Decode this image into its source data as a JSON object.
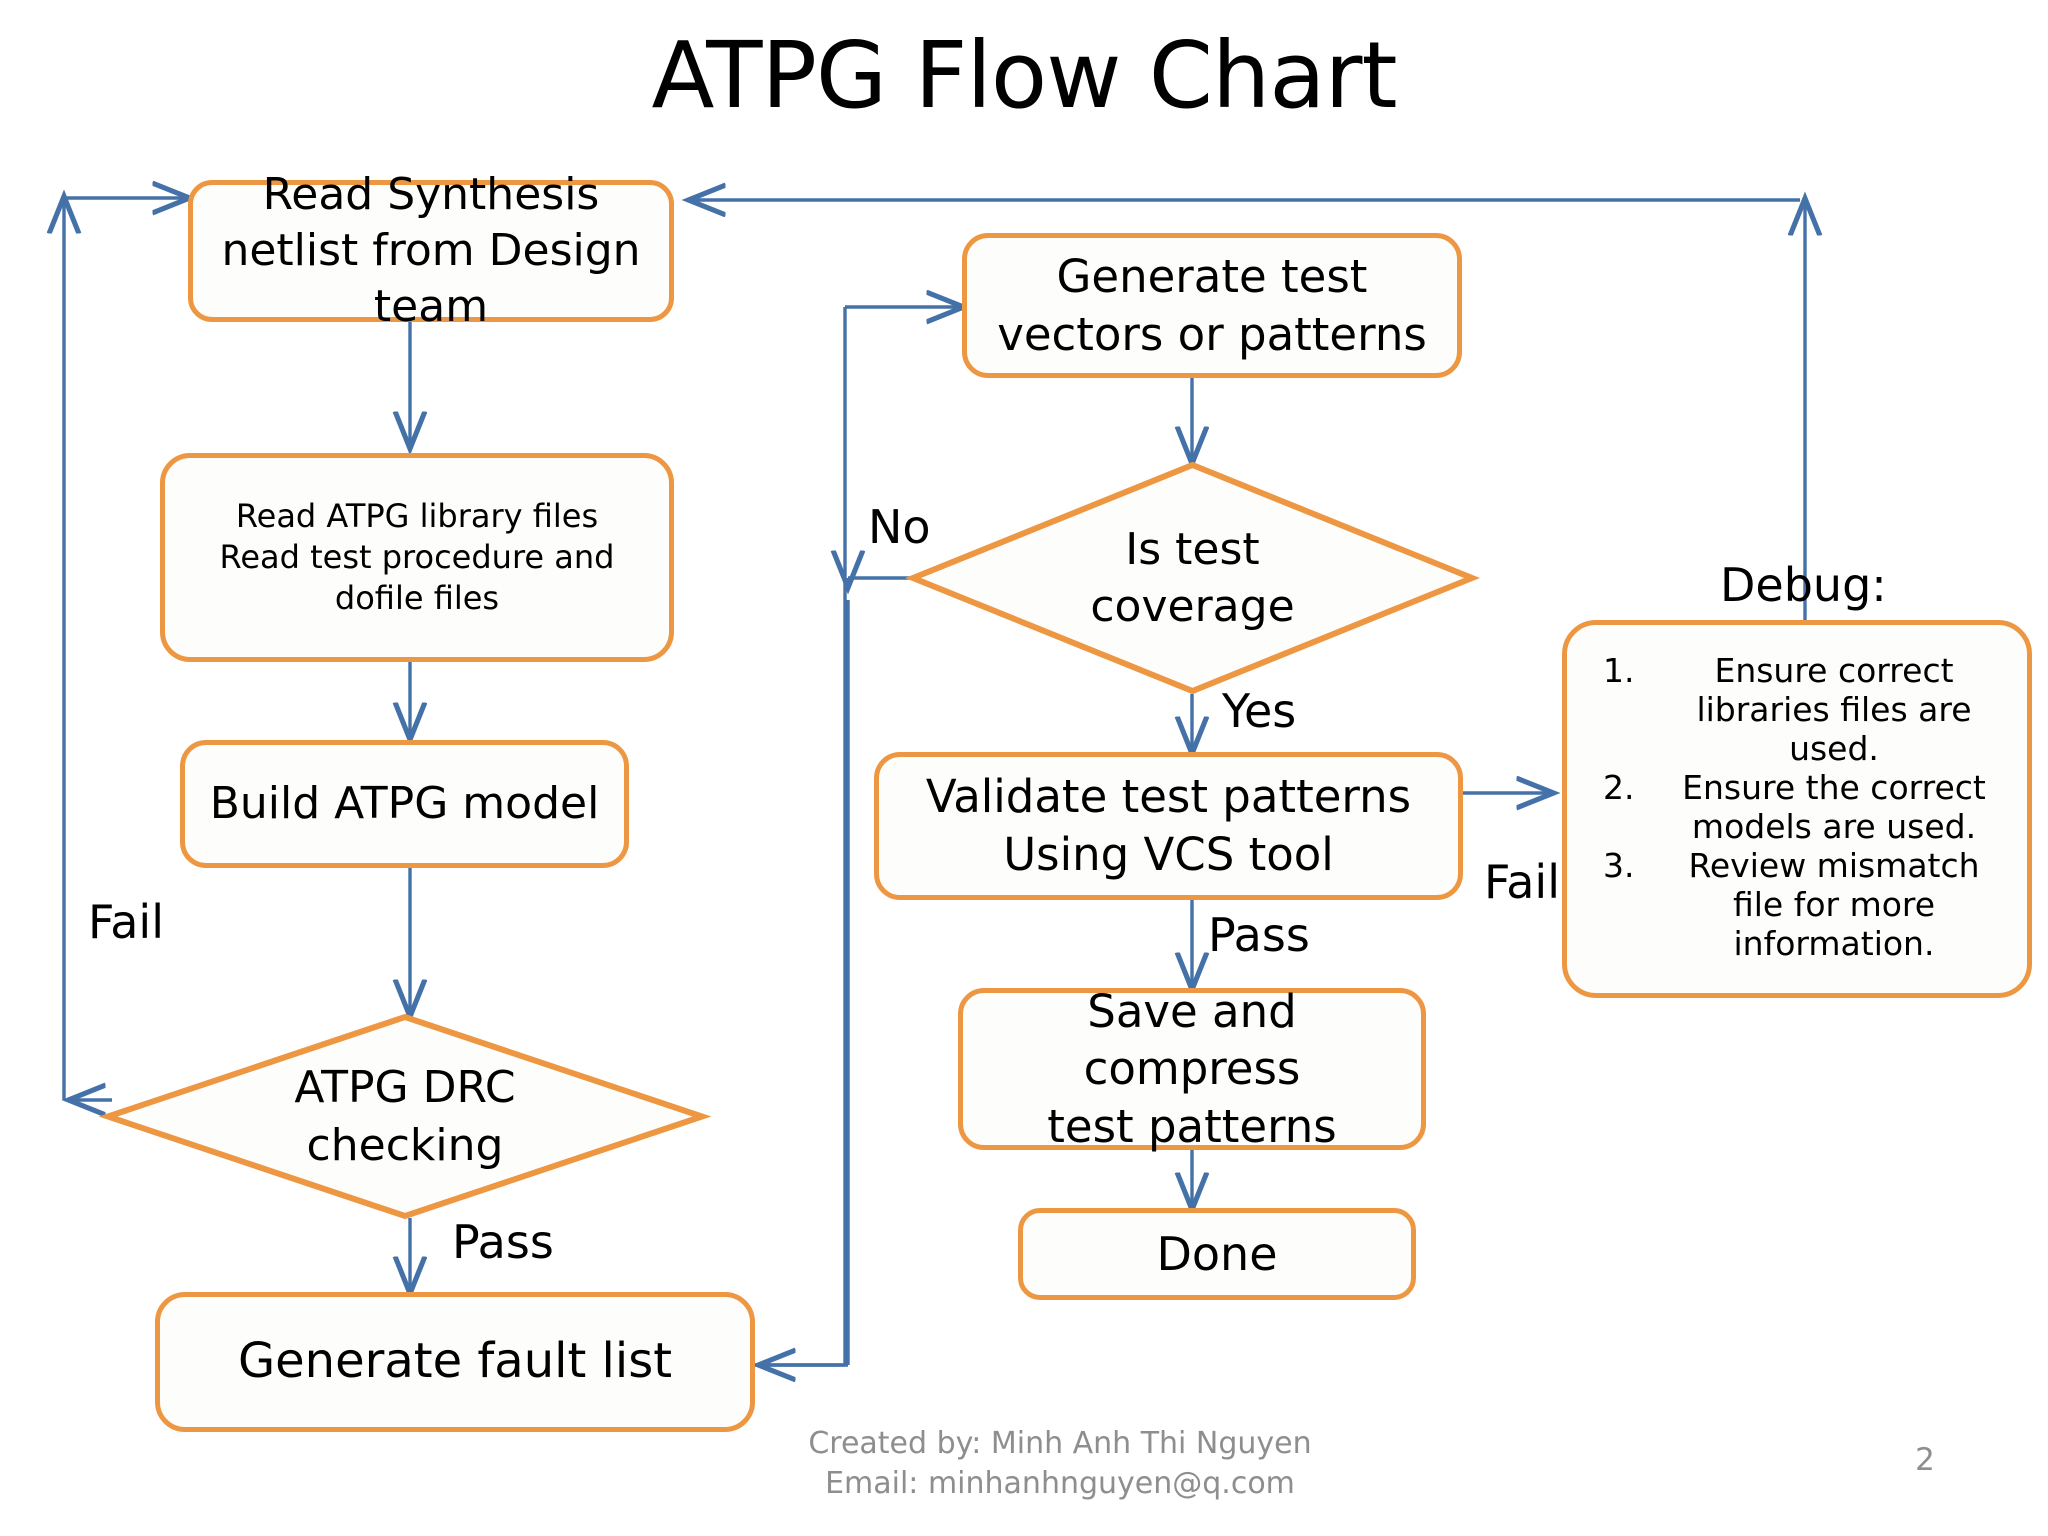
{
  "slide": {
    "title": "ATPG Flow Chart",
    "page_number": "2",
    "accent_color": "#ED9743",
    "connector_color": "#4472A8",
    "footer_color": "#8E8E8E"
  },
  "nodes": {
    "read_synthesis": "Read Synthesis\nnetlist  from Design\nteam",
    "read_atpg_library": "Read ATPG library files\nRead test procedure and\ndofile  files",
    "build_atpg_model": "Build ATPG model",
    "atpg_drc_checking": "ATPG DRC\nchecking",
    "generate_fault_list": "Generate fault list",
    "generate_test_vectors": "Generate test\nvectors or patterns",
    "is_test_coverage": "Is test\ncoverage",
    "validate_test_patterns": "Validate test patterns\nUsing VCS tool",
    "save_and_compress": "Save and compress\ntest patterns",
    "done": "Done"
  },
  "edge_labels": {
    "fail_left": "Fail",
    "fail_right": "Fail",
    "pass_drc": "Pass",
    "pass_validate": "Pass",
    "no_coverage": "No",
    "yes_coverage": "Yes"
  },
  "debug": {
    "heading": "Debug:",
    "items": [
      {
        "number": "1.",
        "text": "Ensure correct\nlibraries files are\nused."
      },
      {
        "number": "2.",
        "text": "Ensure the correct\nmodels are used."
      },
      {
        "number": "3.",
        "text": "Review mismatch\nfile for more\ninformation."
      }
    ]
  },
  "footer": {
    "created_by": "Created by: Minh Anh Thi Nguyen",
    "email": "Email: minhanhnguyen@q.com"
  }
}
